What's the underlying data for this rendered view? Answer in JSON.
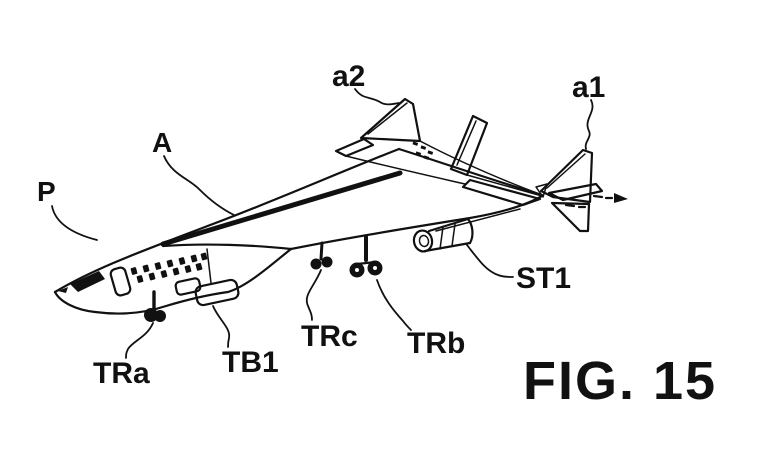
{
  "figure": {
    "caption": "FIG. 15",
    "labels": {
      "P": "P",
      "A": "A",
      "a2": "a2",
      "a1": "a1",
      "ST1": "ST1",
      "TRa": "TRa",
      "TB1": "TB1",
      "TRc": "TRc",
      "TRb": "TRb"
    },
    "colors": {
      "ink": "#111111",
      "background": "#ffffff"
    }
  }
}
